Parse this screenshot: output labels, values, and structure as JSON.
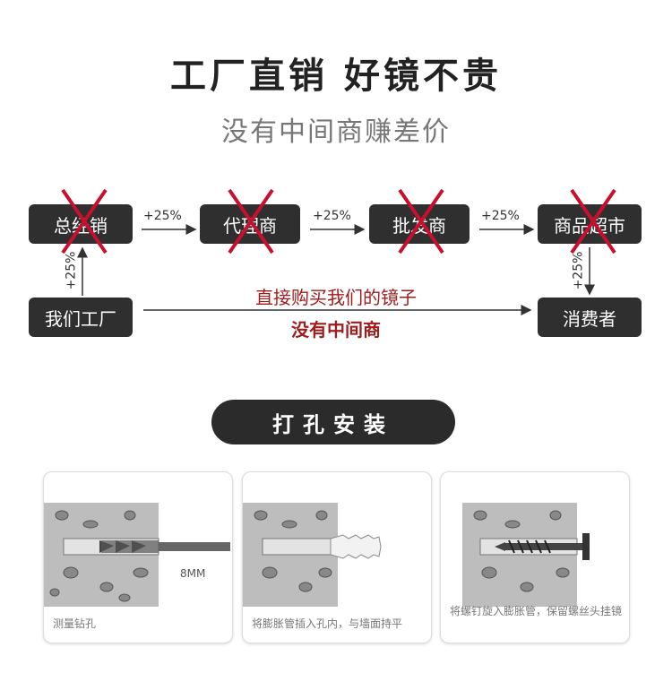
{
  "header": {
    "title": "工厂直销  好镜不贵",
    "subtitle": "没有中间商赚差价"
  },
  "flow": {
    "top_nodes": [
      "总经销",
      "代理商",
      "批发商",
      "商品超市"
    ],
    "markup_label": "+25%",
    "factory": "我们工厂",
    "consumer": "消费者",
    "direct_text": "直接购买我们的镜子",
    "no_middleman": "没有中间商",
    "cross_color": "#c8102e",
    "accent_red": "#a01c1c"
  },
  "install": {
    "title": "打孔安装",
    "steps": [
      {
        "caption": "测量钻孔",
        "size_label": "8MM",
        "icon": "drill-bit-in-wall"
      },
      {
        "caption": "将膨胀管插入孔内，与墙面持平",
        "icon": "anchor-in-wall"
      },
      {
        "caption": "将螺钉旋入膨胀管，保留螺丝头挂镜",
        "icon": "screw-in-anchor"
      }
    ]
  }
}
